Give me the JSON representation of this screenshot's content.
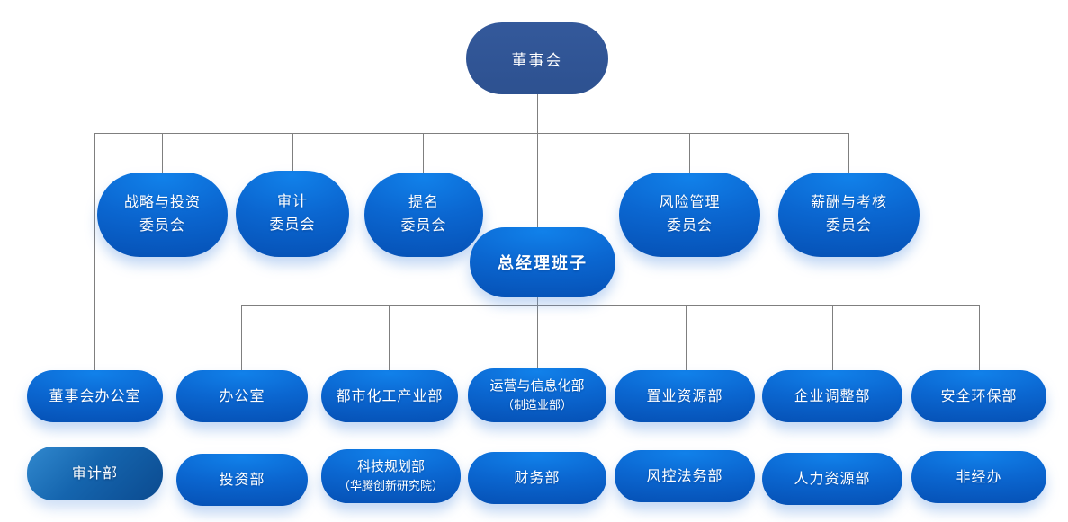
{
  "diagram_type": "org-chart",
  "colors": {
    "node_blue_top": "#1181ea",
    "node_blue_bottom": "#0653b8",
    "root_navy": "#2f5694",
    "audit_dept_dark_blue": "#0b4a8f",
    "connector_gray": "#7f7f7f",
    "text": "#ffffff",
    "background": "#ffffff"
  },
  "nodes": {
    "root": {
      "label": "董事会"
    },
    "committees": [
      {
        "id": "strategy-investment-committee",
        "line1": "战略与投资",
        "line2": "委员会"
      },
      {
        "id": "audit-committee",
        "line1": "审计",
        "line2": "委员会"
      },
      {
        "id": "nomination-committee",
        "line1": "提名",
        "line2": "委员会"
      },
      {
        "id": "risk-management-committee",
        "line1": "风险管理",
        "line2": "委员会"
      },
      {
        "id": "compensation-assessment-committee",
        "line1": "薪酬与考核",
        "line2": "委员会"
      }
    ],
    "general_manager": {
      "label": "总经理班子"
    },
    "departments_row1": [
      {
        "id": "board-office",
        "line1": "董事会办公室"
      },
      {
        "id": "office",
        "line1": "办公室"
      },
      {
        "id": "urban-chemical-industry-dept",
        "line1": "都市化工产业部"
      },
      {
        "id": "operations-informatization-dept",
        "line1": "运营与信息化部",
        "line2": "（制造业部）"
      },
      {
        "id": "realty-resources-dept",
        "line1": "置业资源部"
      },
      {
        "id": "enterprise-adjustment-dept",
        "line1": "企业调整部"
      },
      {
        "id": "safety-environment-dept",
        "line1": "安全环保部"
      }
    ],
    "departments_row2": [
      {
        "id": "audit-dept",
        "line1": "审计部"
      },
      {
        "id": "investment-dept",
        "line1": "投资部"
      },
      {
        "id": "tech-planning-dept",
        "line1": "科技规划部",
        "line2": "（华腾创新研究院）"
      },
      {
        "id": "finance-dept",
        "line1": "财务部"
      },
      {
        "id": "risk-control-legal-dept",
        "line1": "风控法务部"
      },
      {
        "id": "human-resources-dept",
        "line1": "人力资源部"
      },
      {
        "id": "non-operating-office",
        "line1": "非经办"
      }
    ]
  }
}
